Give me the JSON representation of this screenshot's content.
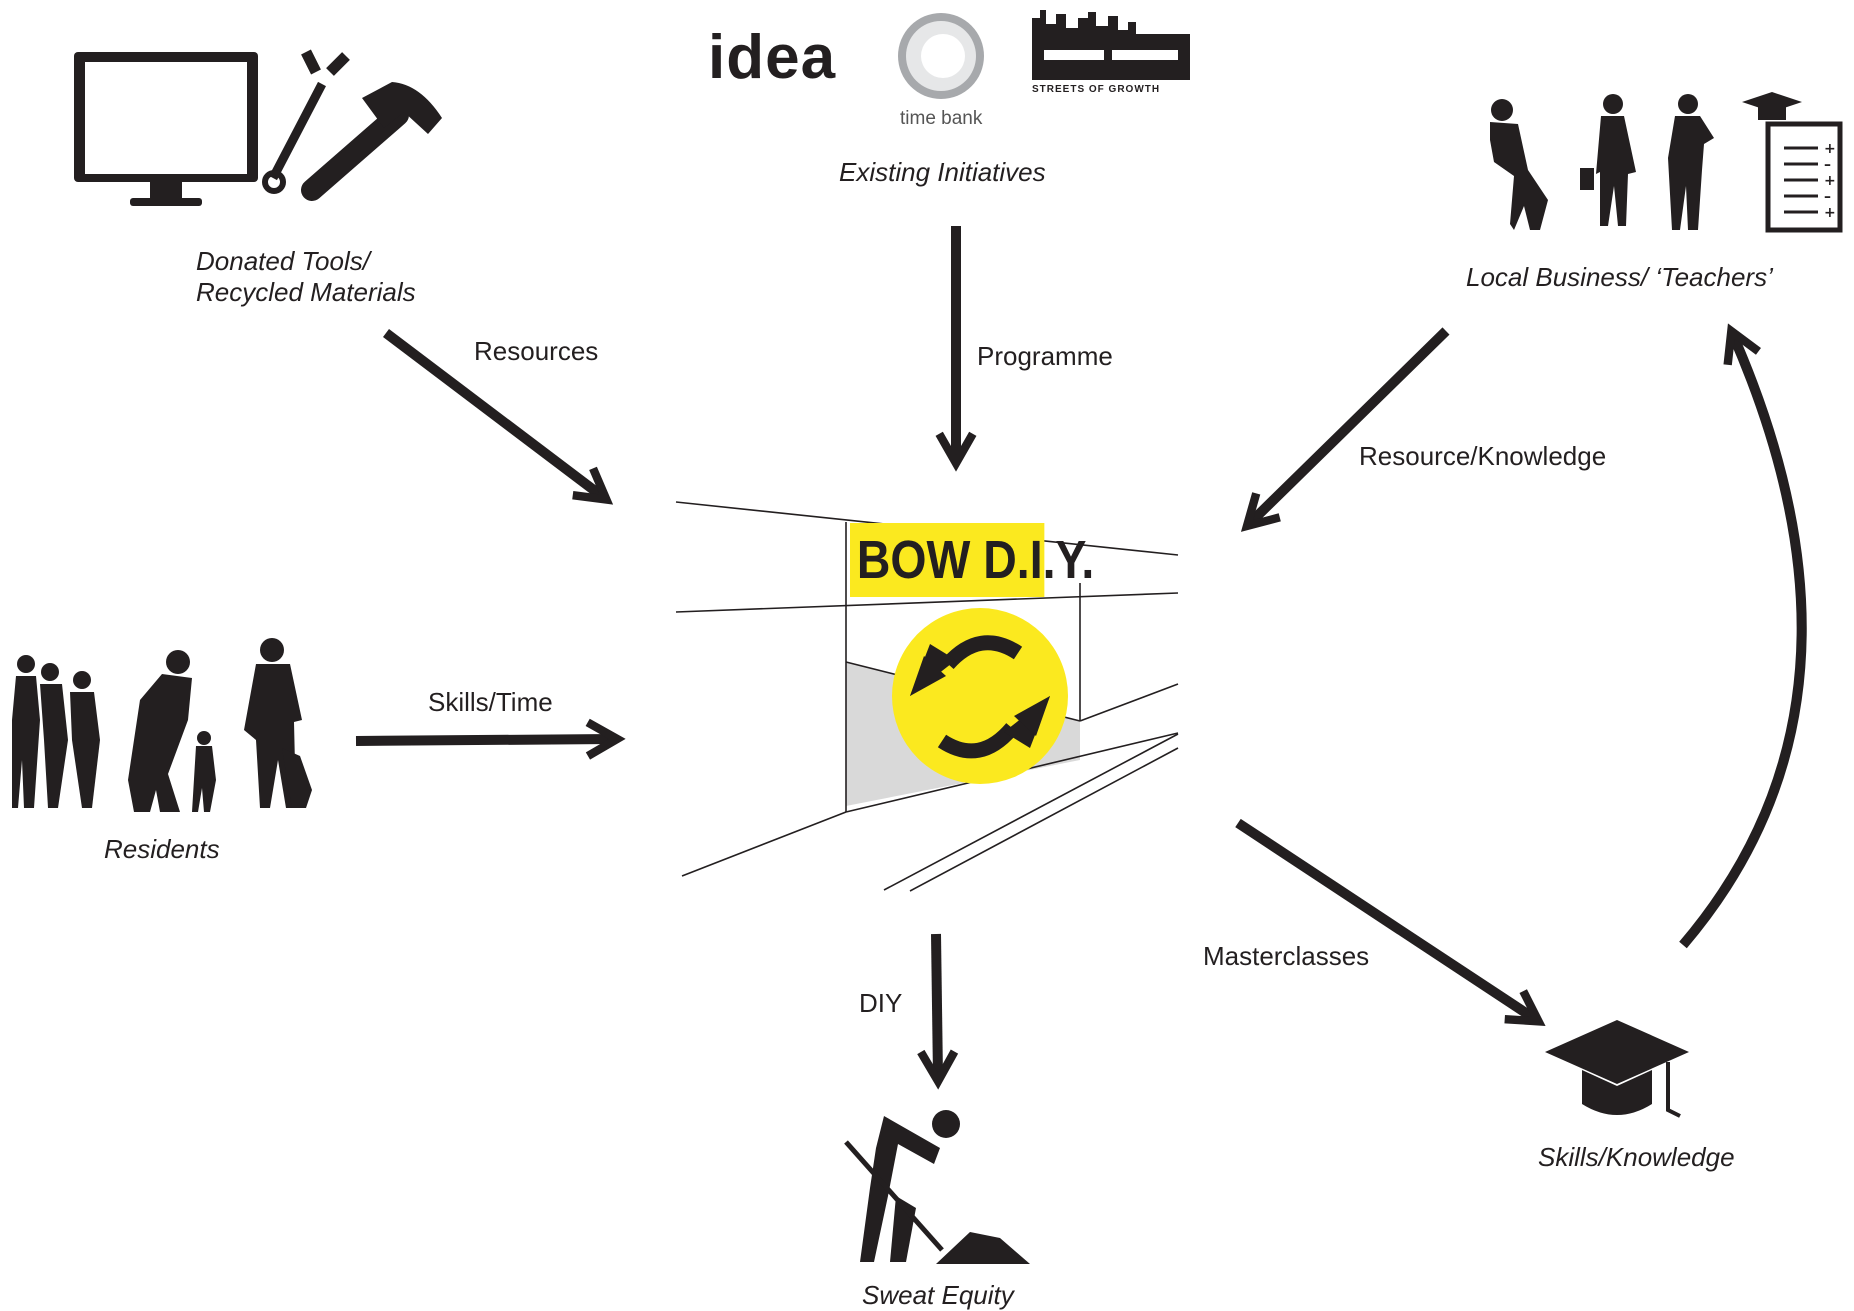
{
  "nodes": {
    "tools": "Donated Tools/\nRecycled Materials",
    "initiatives": "Existing Initiatives",
    "business": "Local Business/ ‘Teachers’",
    "residents": "Residents",
    "sweat": "Sweat Equity",
    "skills": "Skills/Knowledge"
  },
  "edges": {
    "resources": "Resources",
    "programme": "Programme",
    "resource_knowledge": "Resource/Knowledge",
    "skills_time": "Skills/Time",
    "diy": "DIY",
    "masterclasses": "Masterclasses"
  },
  "logos": {
    "idea": "idea",
    "time_bank": "time bank",
    "streets_of_growth": "STREETS OF GROWTH"
  },
  "center": {
    "banner": "BOW D.I.Y."
  },
  "colors": {
    "accent": "#fbe91f",
    "ink": "#231f20"
  }
}
